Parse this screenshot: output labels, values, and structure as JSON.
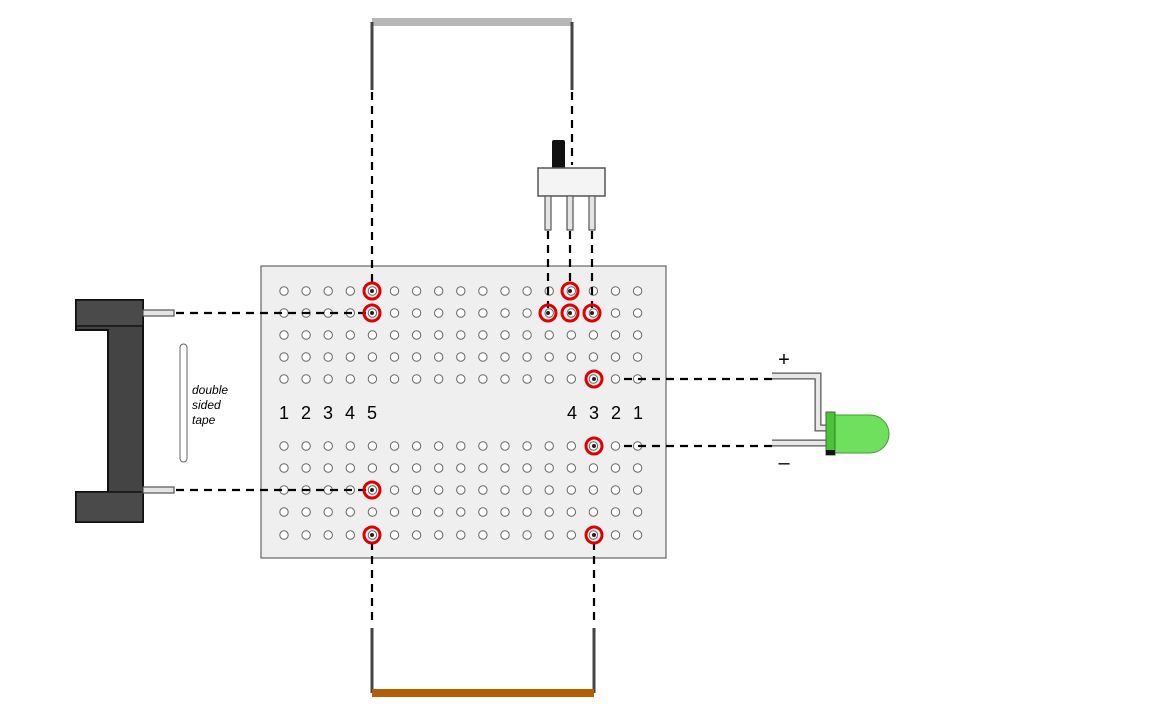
{
  "left_column_labels": [
    "1",
    "2",
    "3",
    "4",
    "5"
  ],
  "right_column_labels": [
    "4",
    "3",
    "2",
    "1"
  ],
  "tape_label": [
    "double",
    "sided",
    "tape"
  ],
  "led_plus": "+",
  "led_minus": "–",
  "colors": {
    "board": "#efefef",
    "hole_highlight": "#e00000",
    "battery_holder": "#444444",
    "top_wire": "#b7b7b7",
    "bottom_wire": "#b45f06",
    "led": "#5fdc4c"
  }
}
